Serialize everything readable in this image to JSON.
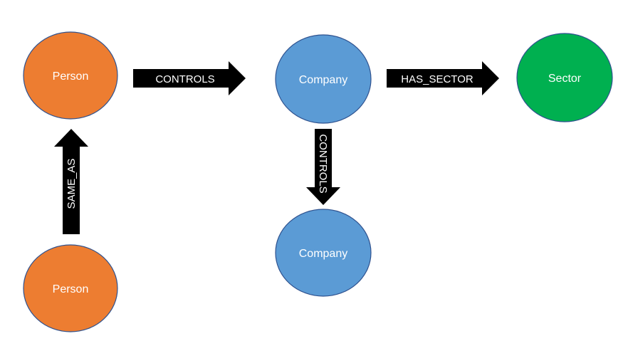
{
  "colors": {
    "person": "#ED7D31",
    "company": "#5B9BD5",
    "sector": "#00B050",
    "node_stroke": "#2F528F",
    "edge": "#000000",
    "text": "#ffffff"
  },
  "nodes": {
    "person_top": {
      "label": "Person",
      "type": "person"
    },
    "person_bottom": {
      "label": "Person",
      "type": "person"
    },
    "company_top": {
      "label": "Company",
      "type": "company"
    },
    "company_bottom": {
      "label": "Company",
      "type": "company"
    },
    "sector": {
      "label": "Sector",
      "type": "sector"
    }
  },
  "edges": {
    "person_controls_company": {
      "label": "CONTROLS"
    },
    "company_has_sector": {
      "label": "HAS_SECTOR"
    },
    "company_controls_company": {
      "label": "CONTROLS"
    },
    "person_same_as_person": {
      "label": "SAME_AS"
    }
  }
}
